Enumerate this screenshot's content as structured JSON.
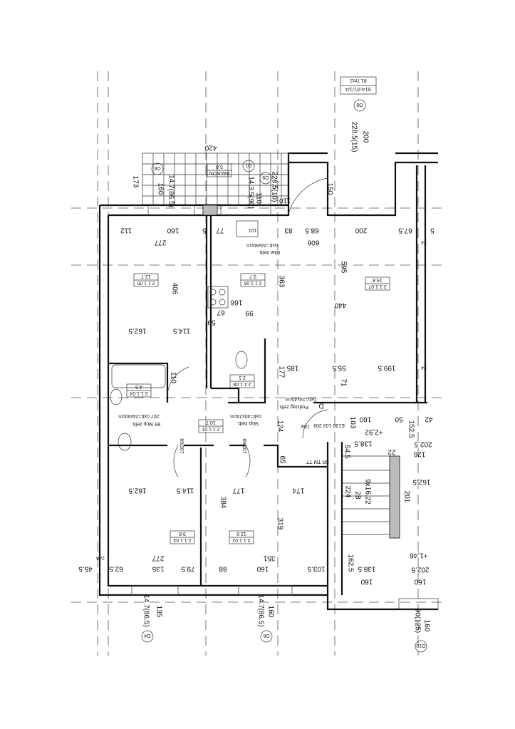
{
  "title_block": {
    "unit_id": "S14-2/1/1/4",
    "area": "81.7m2"
  },
  "rooms": [
    {
      "id": "BALKON",
      "area": "5.8"
    },
    {
      "id": "2.1.1.05",
      "area": "12.7"
    },
    {
      "id": "2.1.1.06",
      "area": "9.7"
    },
    {
      "id": "2.1.1.07",
      "area": "19.8"
    },
    {
      "id": "2.1.1.08",
      "area": "2.1"
    },
    {
      "id": "2.1.1.04",
      "area": "4.3"
    },
    {
      "id": "2.1.1.01",
      "area": "10.7"
    },
    {
      "id": "2.1.1.03",
      "area": "9.8"
    },
    {
      "id": "2.1.1.02",
      "area": "12.6"
    }
  ],
  "markers": [
    "O8",
    "O6",
    "O1",
    "O9",
    "O4",
    "O6",
    "O10"
  ],
  "labels": [
    "420",
    "173",
    "160",
    "14.7(86.5)",
    "110",
    "14.3.5(90)",
    "228.5(10)",
    "110",
    "150",
    "200",
    "228.5(15)",
    "112",
    "160",
    "5",
    "77",
    "110",
    "83",
    "68.5",
    "200",
    "67.5",
    "5",
    "277",
    "606",
    "Filar żelb.",
    "oxb=24x90cm",
    "406",
    "363",
    "595",
    "440",
    "166",
    "99",
    "67",
    "59",
    "162.5",
    "114.5",
    "185",
    "55.5",
    "199.5",
    "177",
    "110",
    "71",
    "24",
    "24",
    "Podciąg żelb.",
    "bxh=24x40cm",
    "D",
    "207 oxb=24x60cm",
    "89 Słup żelb.",
    "oxb=40x24cm",
    "Słup żelb.",
    "124",
    "E130 103 209",
    "DW",
    "103",
    "160",
    "50",
    "42",
    "+2,92",
    "152.5",
    "138.5",
    "202.5",
    "54.5",
    "22",
    "126",
    "65",
    "SR TM TT",
    "89/207",
    "89/207",
    "162.5",
    "114.5",
    "177",
    "174",
    "162.5",
    "201",
    "9x16.22",
    "28",
    "224",
    "384",
    "319",
    "277",
    "351",
    "+1,46",
    "45.5",
    "62.5",
    "135",
    "79.5",
    "88",
    "160",
    "103.5",
    "162.5",
    "138.5",
    "202.5",
    "160",
    "160",
    "248",
    "14.7(86.5)",
    "135",
    "14.7(86.5)",
    "160",
    "90(125)",
    "160"
  ]
}
